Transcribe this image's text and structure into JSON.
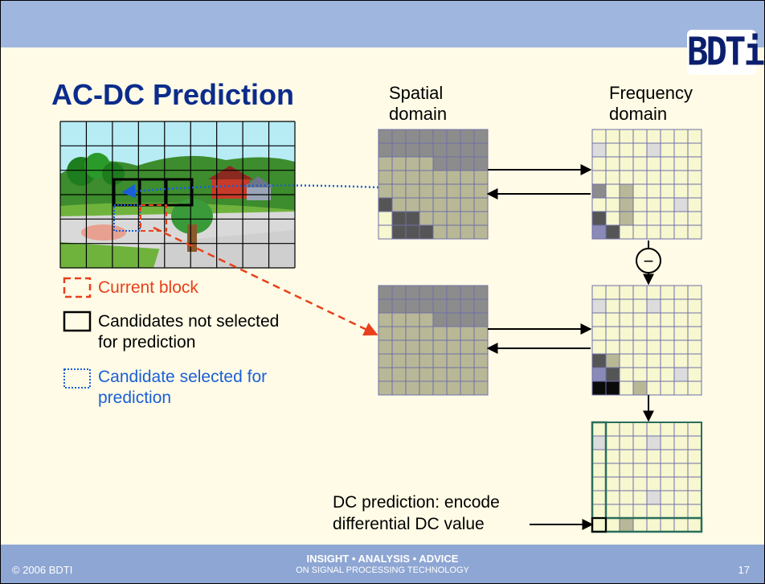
{
  "slide": {
    "title": "AC-DC Prediction",
    "logo_text": "BDTi",
    "spatial_header": [
      "Spatial",
      "domain"
    ],
    "frequency_header": [
      "Frequency",
      "domain"
    ],
    "subtract_symbol": "−",
    "legend": {
      "current_block": "Current block",
      "not_selected": [
        "Candidates not selected",
        "for prediction"
      ],
      "selected": [
        "Candidate selected for",
        "prediction"
      ]
    },
    "dc_note": [
      "DC prediction: encode",
      "differential DC value"
    ]
  },
  "footer": {
    "copyright": "© 2006 BDTI",
    "tagline": "INSIGHT • ANALYSIS • ADVICE",
    "subtag": "ON SIGNAL PROCESSING TECHNOLOGY",
    "page_number": "17"
  },
  "colors": {
    "title": "#0b2c8c",
    "current_block": "#e8401c",
    "selected_candidate": "#1a5fd8",
    "header_bar": "#9fb6df",
    "footer_bar": "#8ea6d3",
    "dc_border": "#2a6e5c"
  },
  "icons": [
    "scene-image",
    "minus-circle-icon",
    "arrow-icons"
  ]
}
